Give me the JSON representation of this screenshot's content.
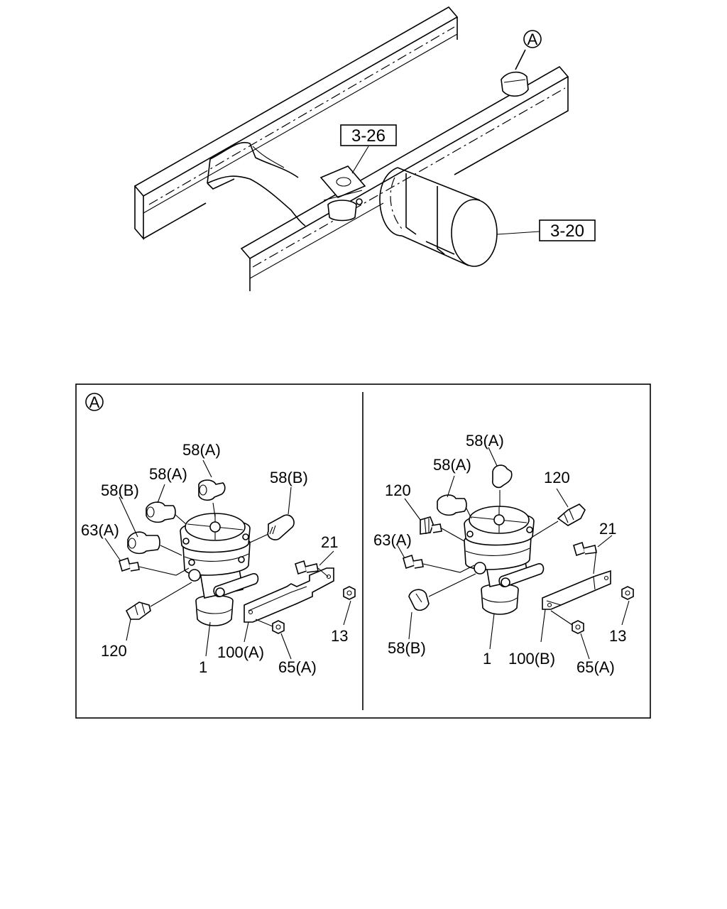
{
  "overview": {
    "callout_a": "A",
    "ref_3_26": "3-26",
    "ref_3_20": "3-20"
  },
  "detail": {
    "section_mark": "A",
    "left_view": {
      "labels": {
        "l58a_top": "58(A)",
        "l58a_mid": "58(A)",
        "l58b_left": "58(B)",
        "l58b_right": "58(B)",
        "l63a": "63(A)",
        "l21": "21",
        "l120": "120",
        "l1": "1",
        "l100a": "100(A)",
        "l65a": "65(A)",
        "l13": "13"
      }
    },
    "right_view": {
      "labels": {
        "l58a_top": "58(A)",
        "l58a_mid": "58(A)",
        "l120_left": "120",
        "l120_right": "120",
        "l63a": "63(A)",
        "l21": "21",
        "l58b": "58(B)",
        "l1": "1",
        "l100b": "100(B)",
        "l65a": "65(A)",
        "l13": "13"
      }
    }
  }
}
